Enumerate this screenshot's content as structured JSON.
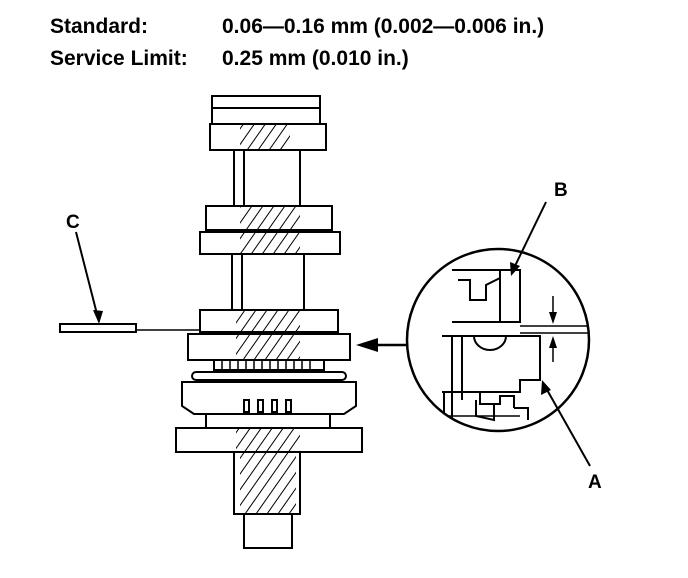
{
  "specs": {
    "standard_label": "Standard:",
    "standard_value": "0.06—0.16 mm (0.002—0.006 in.)",
    "service_limit_label": "Service Limit:",
    "service_limit_value": "0.25 mm (0.010 in.)"
  },
  "callouts": {
    "a": "A",
    "b": "B",
    "c": "C"
  }
}
